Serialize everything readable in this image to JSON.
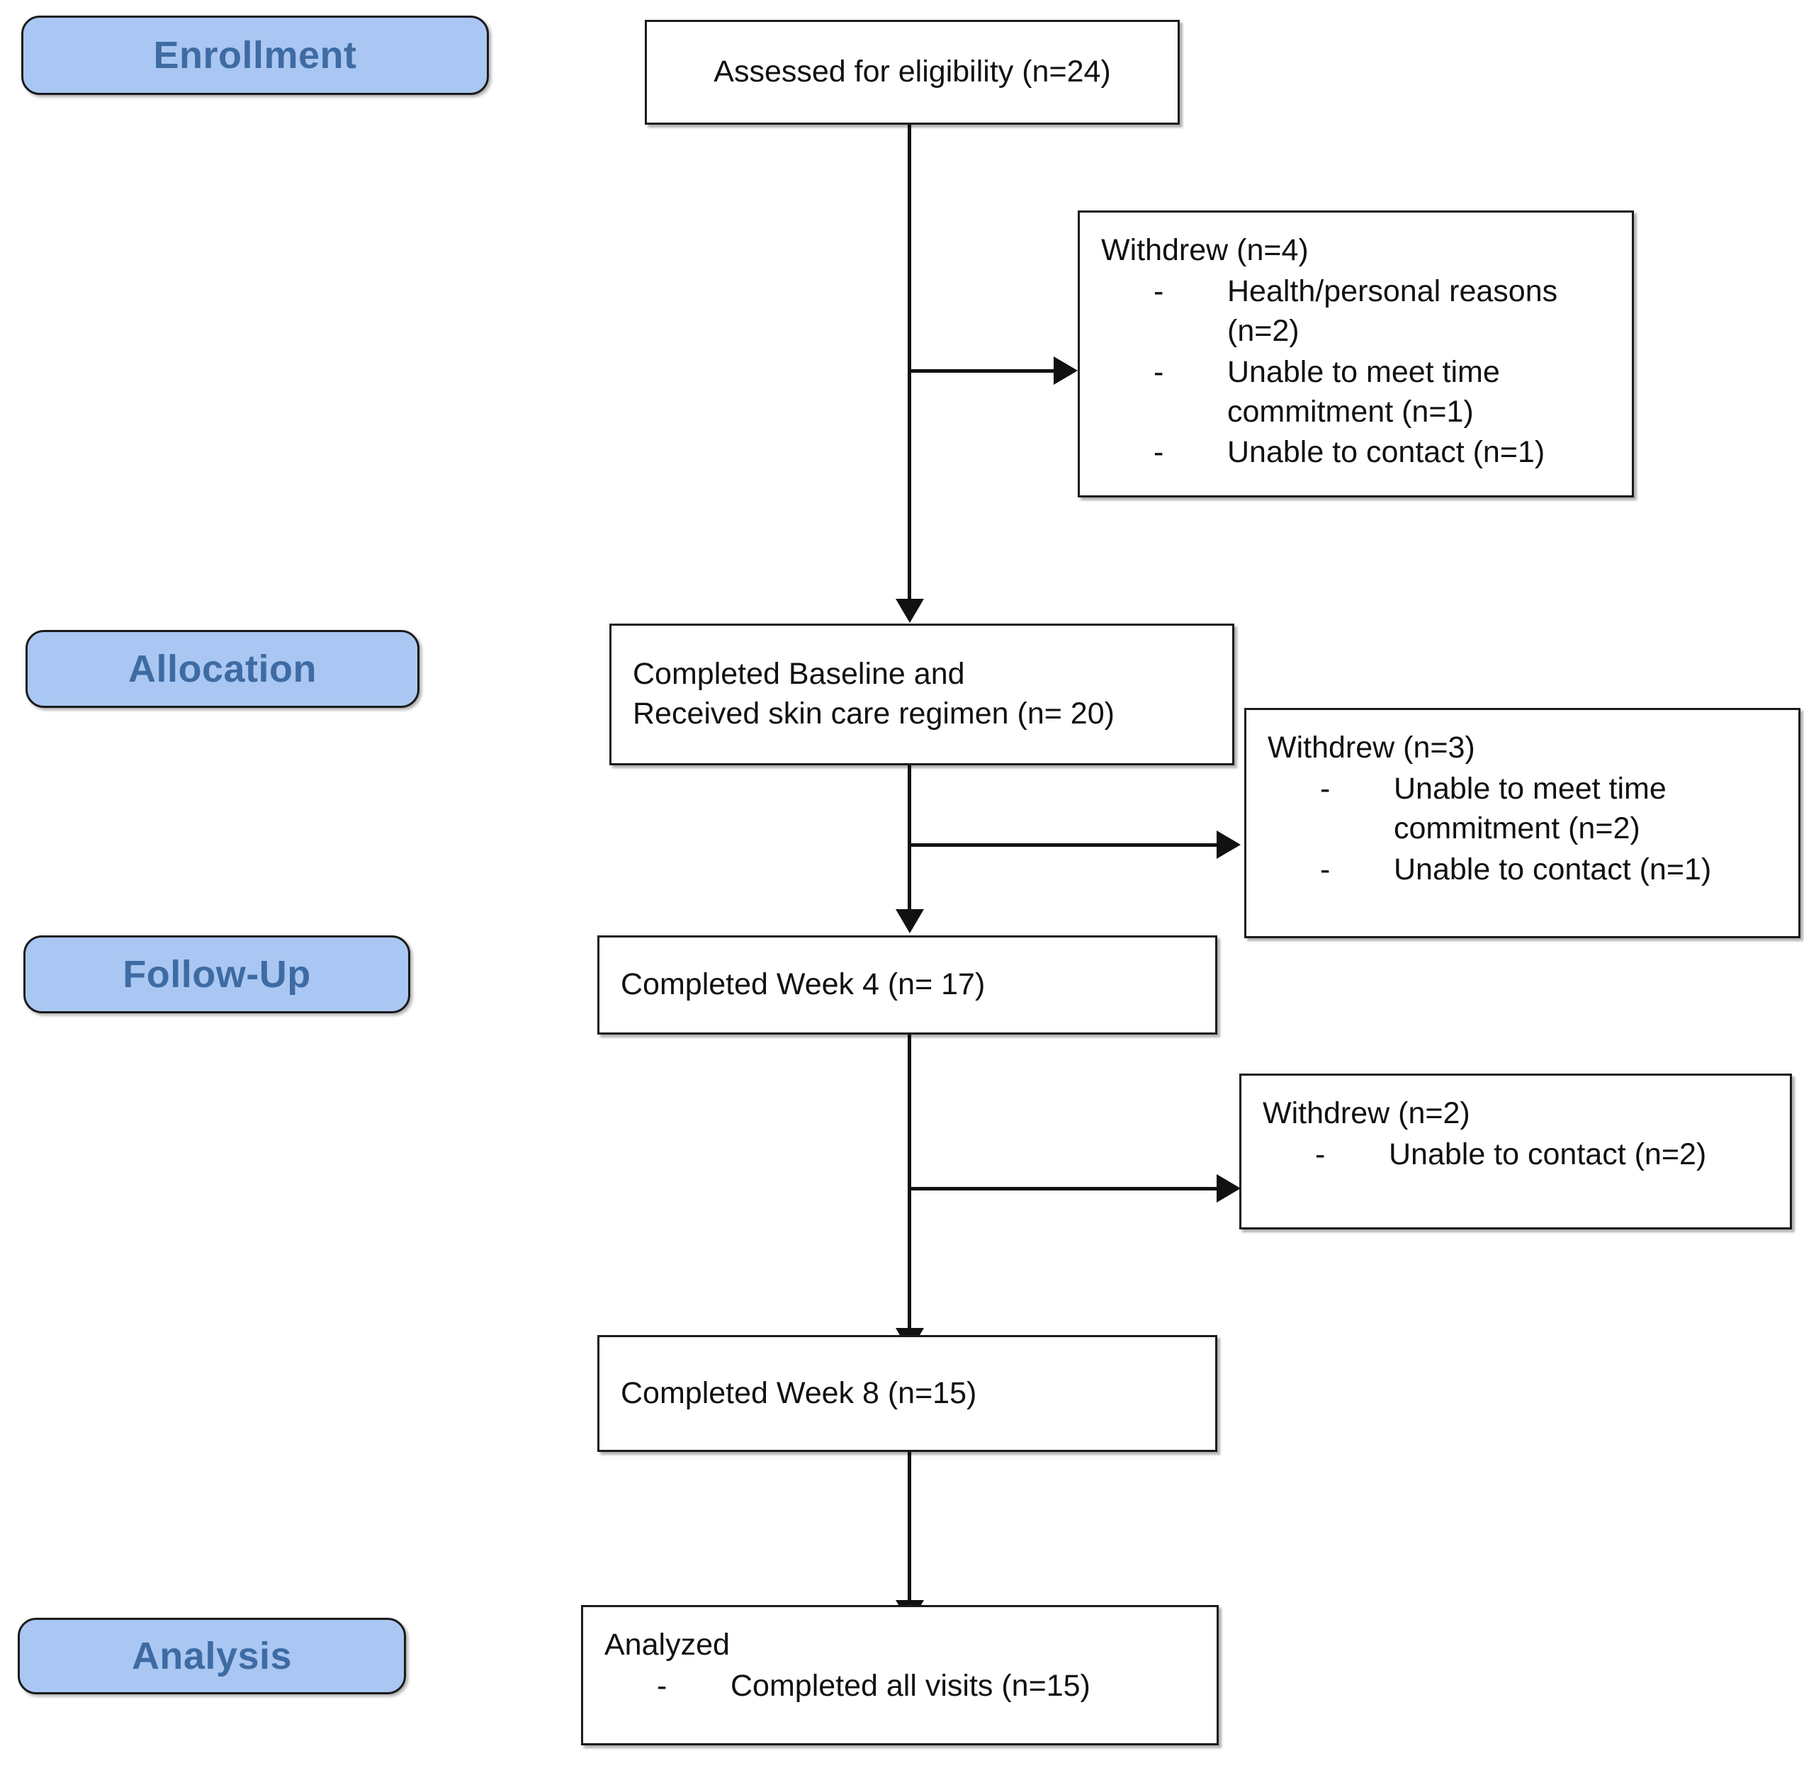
{
  "diagram": {
    "title": "CONSORT participant flow diagram",
    "accent_color": "#A9C7F2",
    "stage_text_color": "#3F6BA3",
    "line_color": "#111111",
    "box_border_color": "#1b1b1b"
  },
  "stages": [
    {
      "id": "enrollment",
      "label": "Enrollment"
    },
    {
      "id": "allocation",
      "label": "Allocation"
    },
    {
      "id": "followup",
      "label": "Follow-Up"
    },
    {
      "id": "analysis",
      "label": "Analysis"
    }
  ],
  "nodes": {
    "assessed": {
      "line1": "Assessed for eligibility (n=24)"
    },
    "withdrew1": {
      "heading": "Withdrew (n=4)",
      "bullet_char": "-",
      "bullets": [
        "Health/personal reasons (n=2)",
        "Unable to meet time commitment (n=1)",
        "Unable to contact (n=1)"
      ]
    },
    "baseline": {
      "line1": "Completed Baseline and",
      "line2": "Received skin care regimen (n= 20)"
    },
    "withdrew2": {
      "heading": "Withdrew (n=3)",
      "bullet_char": "-",
      "bullets": [
        "Unable to meet time commitment (n=2)",
        "Unable to contact (n=1)"
      ]
    },
    "week4": {
      "line1": "Completed Week 4 (n= 17)"
    },
    "withdrew3": {
      "heading": "Withdrew (n=2)",
      "bullet_char": "-",
      "bullets": [
        "Unable to contact (n=2)"
      ]
    },
    "week8": {
      "line1": "Completed Week 8 (n=15)"
    },
    "analyzed": {
      "heading": "Analyzed",
      "bullet_char": "-",
      "bullets": [
        "Completed all visits (n=15)"
      ]
    }
  },
  "chart_data": {
    "type": "table",
    "title": "CONSORT participant flow",
    "categories": [
      "Assessed for eligibility",
      "Completed Baseline / Received skin care regimen",
      "Completed Week 4",
      "Completed Week 8",
      "Analyzed - completed all visits"
    ],
    "values": [
      24,
      20,
      17,
      15,
      15
    ],
    "withdrawals": [
      {
        "after": "Assessed for eligibility",
        "total": 4,
        "reasons": [
          {
            "reason": "Health/personal reasons",
            "n": 2
          },
          {
            "reason": "Unable to meet time commitment",
            "n": 1
          },
          {
            "reason": "Unable to contact",
            "n": 1
          }
        ]
      },
      {
        "after": "Completed Baseline / Received skin care regimen",
        "total": 3,
        "reasons": [
          {
            "reason": "Unable to meet time commitment",
            "n": 2
          },
          {
            "reason": "Unable to contact",
            "n": 1
          }
        ]
      },
      {
        "after": "Completed Week 4",
        "total": 2,
        "reasons": [
          {
            "reason": "Unable to contact",
            "n": 2
          }
        ]
      }
    ],
    "stages": [
      "Enrollment",
      "Allocation",
      "Follow-Up",
      "Analysis"
    ]
  }
}
